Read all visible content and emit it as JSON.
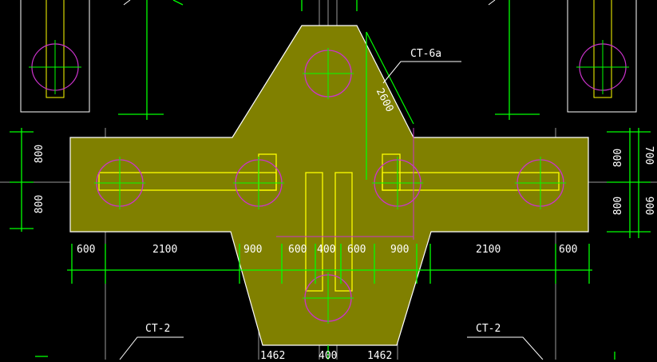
{
  "drawing": {
    "callouts": {
      "ct6a": "CT-6a",
      "ct2_left": "CT-2",
      "ct2_right": "CT-2"
    },
    "dims_bottom": {
      "left_600": "600",
      "left_2100": "2100",
      "left_900": "900",
      "mid_600a": "600",
      "mid_400": "400",
      "mid_600b": "600",
      "right_900": "900",
      "right_2100": "2100",
      "right_600": "600"
    },
    "dims_lower": {
      "a": "1462",
      "b": "400",
      "c": "1462"
    },
    "dims_left": {
      "top": "800",
      "bottom": "800"
    },
    "dims_right": {
      "inner_top": "800",
      "inner_bottom": "800",
      "outer_top": "700",
      "outer_bottom": "900"
    },
    "dim_diagonal": "2600"
  },
  "colors": {
    "background": "#000000",
    "footing_fill": "#808000",
    "footing_edge": "#ffffff",
    "beam": "#ffff00",
    "pile": "#cc33cc",
    "dim_line": "#00ff00",
    "axis": "#9a9a9a",
    "text": "#ffffff"
  }
}
